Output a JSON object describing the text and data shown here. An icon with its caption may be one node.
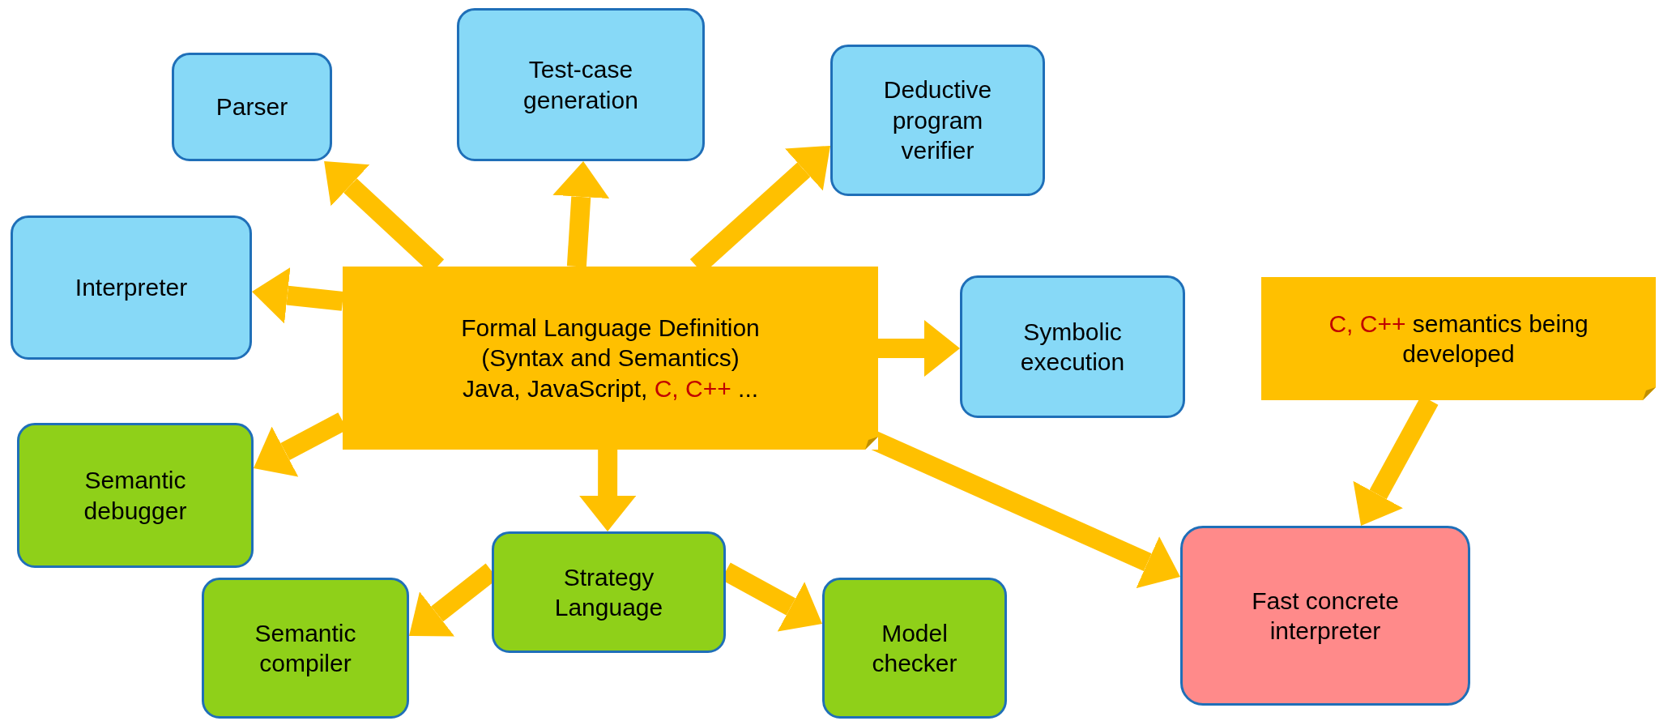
{
  "diagram": {
    "nodes": [
      {
        "text": [
          "Parser"
        ]
      },
      {
        "text": [
          "Test-case generation"
        ]
      },
      {
        "text": [
          "Deductive program verifier"
        ]
      },
      {
        "text": [
          "Interpreter"
        ]
      },
      {
        "text": [
          "Formal Language Definition (Syntax and Semantics)",
          "Java, JavaScript,",
          "C, C++",
          "..."
        ]
      },
      {
        "text": [
          "Symbolic execution"
        ]
      },
      {
        "text": [
          "C, C++",
          "semantics being developed"
        ]
      },
      {
        "text": [
          "Semantic debugger"
        ]
      },
      {
        "text": [
          "Strategy Language"
        ]
      },
      {
        "text": [
          "Semantic compiler"
        ]
      },
      {
        "text": [
          "Model checker"
        ]
      },
      {
        "text": [
          "Fast concrete interpreter"
        ]
      }
    ],
    "edges": [
      {
        "from": 4,
        "to": 0,
        "arrow": "to"
      },
      {
        "from": 4,
        "to": 1,
        "arrow": "to"
      },
      {
        "from": 4,
        "to": 2,
        "arrow": "to"
      },
      {
        "from": 4,
        "to": 3,
        "arrow": "to"
      },
      {
        "from": 4,
        "to": 5,
        "arrow": "to"
      },
      {
        "from": 4,
        "to": 7,
        "arrow": "to"
      },
      {
        "from": 4,
        "to": 8,
        "arrow": "to"
      },
      {
        "from": 4,
        "to": 11,
        "arrow": "to"
      },
      {
        "from": 6,
        "to": 11,
        "arrow": "to"
      },
      {
        "from": 8,
        "to": 9,
        "arrow": "to"
      },
      {
        "from": 8,
        "to": 10,
        "arrow": "to"
      }
    ]
  }
}
